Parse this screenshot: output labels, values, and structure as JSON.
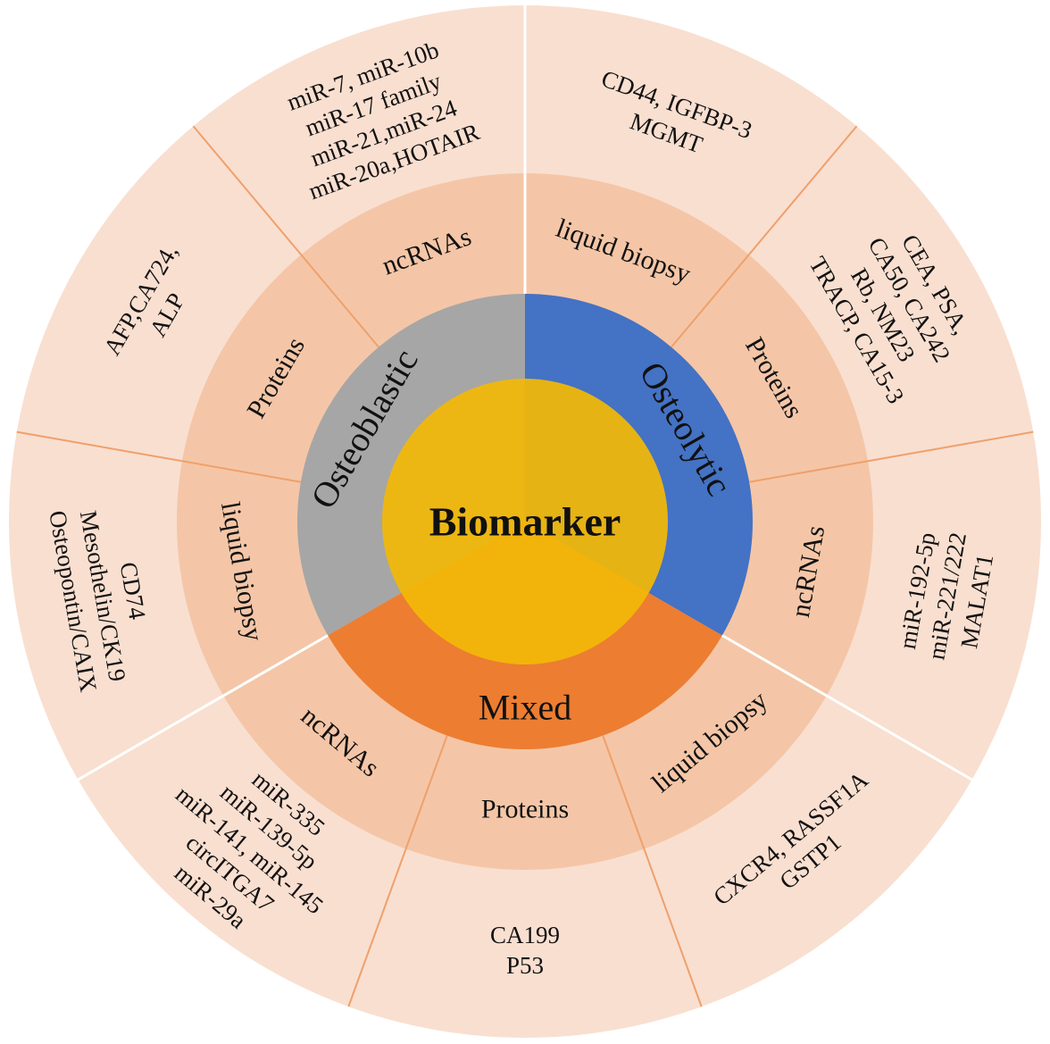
{
  "colors": {
    "outer_ring": "#F9DFD0",
    "middle_ring": "#F4C6A7",
    "separator_white": "#FFFFFF",
    "separator_orange": "#EFA06B",
    "osteoblastic": "#A6A6A6",
    "osteolytic": "#4472C4",
    "mixed": "#ED7D31",
    "center": "#F2B808"
  },
  "center_label": "Biomarker",
  "types": [
    {
      "key": "osteoblastic",
      "label": "Osteoblastic",
      "start": -120,
      "end": 0
    },
    {
      "key": "osteolytic",
      "label": "Osteolytic",
      "start": 0,
      "end": 120
    },
    {
      "key": "mixed",
      "label": "Mixed",
      "start": 120,
      "end": 240
    }
  ],
  "sectors": [
    {
      "id": "osteoblastic-liquid-biopsy",
      "category": "liquid biopsy",
      "items": [
        "CD74",
        "Mesothelin/CK19",
        "Osteopontin/CAIX"
      ]
    },
    {
      "id": "osteoblastic-proteins",
      "category": "Proteins",
      "items": [
        "AFP,CA724,",
        "ALP"
      ]
    },
    {
      "id": "osteolytic-ncrnas",
      "category": "ncRNAs",
      "items": [
        "miR-7, miR-10b",
        "miR-17 family",
        "miR-21,miR-24",
        "miR-20a,HOTAIR"
      ]
    },
    {
      "id": "osteolytic-liquid-biopsy",
      "category": "liquid biopsy",
      "items": [
        "CD44, IGFBP-3",
        "MGMT"
      ]
    },
    {
      "id": "osteolytic-proteins",
      "category": "Proteins",
      "items": [
        "CEA, PSA,",
        "CA50, CA242",
        "Rb, NM23",
        "TRACP, CA15-3"
      ]
    },
    {
      "id": "mixed-ncrnas",
      "category": "ncRNAs",
      "items": [
        "miR-192-5p",
        "miR-221/222",
        "MALAT1"
      ]
    },
    {
      "id": "mixed-liquid-biopsy",
      "category": "liquid biopsy",
      "items": [
        "CXCR4, RASSF1A",
        "GSTP1"
      ]
    },
    {
      "id": "mixed-proteins",
      "category": "Proteins",
      "items": [
        "CA199",
        "P53"
      ]
    },
    {
      "id": "osteoblastic-ncrnas",
      "category": "ncRNAs",
      "items": [
        "miR-335",
        "miR-139-5p",
        "miR-141, miR-145",
        "circITGA7",
        "miR-29a"
      ]
    }
  ]
}
